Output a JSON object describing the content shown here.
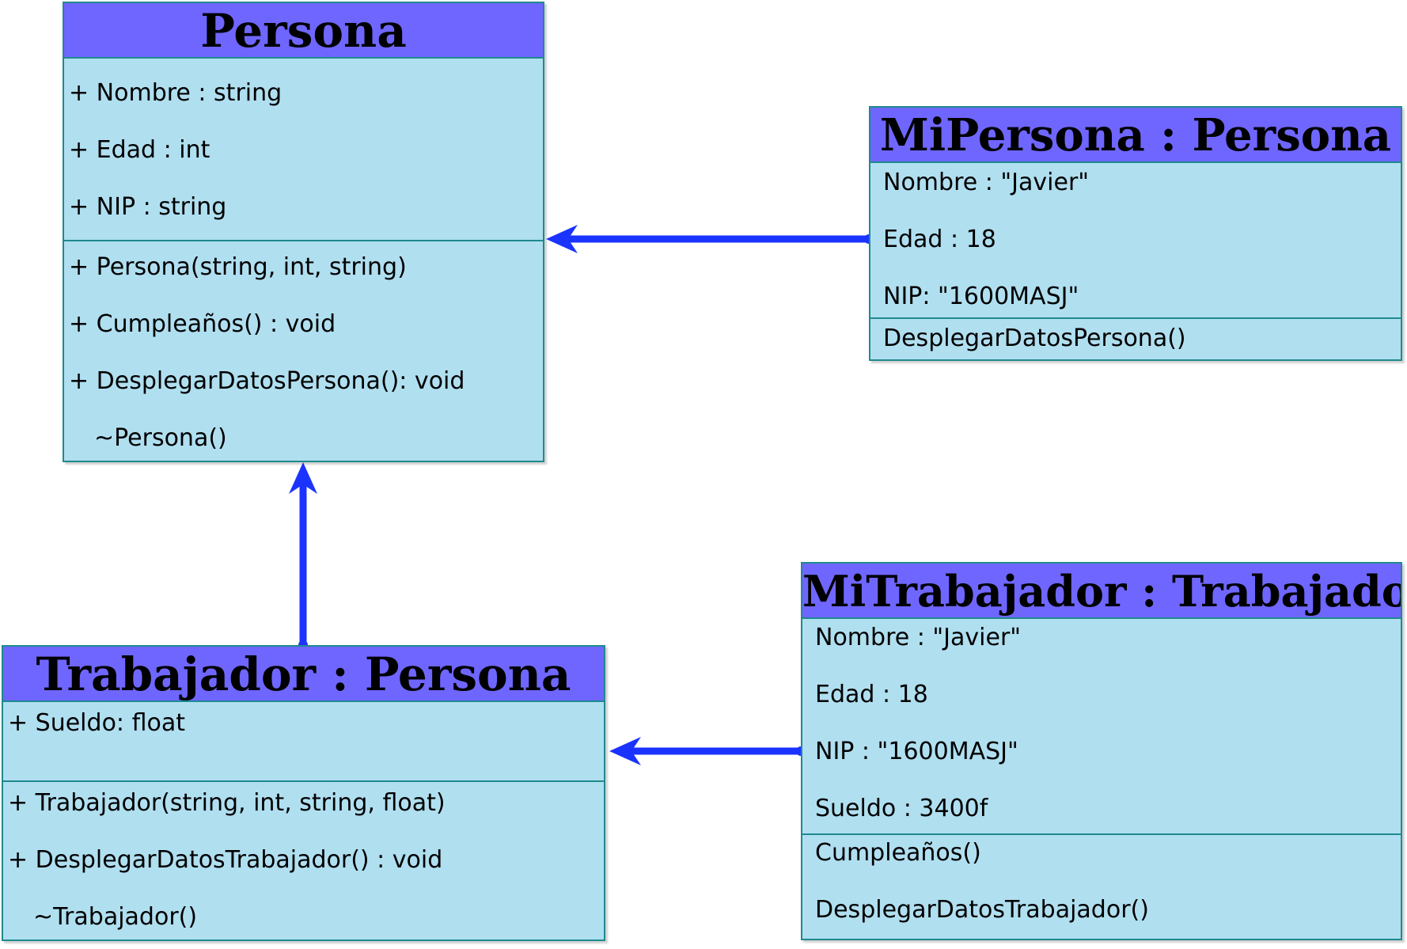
{
  "colors": {
    "header_fill": "#6f66ff",
    "body_fill": "#b0dff0",
    "border": "#1f8a8f",
    "arrow": "#1a33ff"
  },
  "persona": {
    "title": "Persona",
    "attributes": [
      "+ Nombre : string",
      "+ Edad : int",
      "+ NIP : string"
    ],
    "methods": [
      "+ Persona(string, int, string)",
      "+ Cumpleaños() : void",
      "+ DesplegarDatosPersona(): void",
      "~Persona()"
    ]
  },
  "mipersona": {
    "title": "MiPersona : Persona",
    "attributes": [
      "Nombre : \"Javier\"",
      "Edad : 18",
      "NIP: \"1600MASJ\""
    ],
    "methods": [
      "DesplegarDatosPersona()"
    ]
  },
  "trabajador": {
    "title": "Trabajador : Persona",
    "attributes": [
      "+ Sueldo: float"
    ],
    "methods": [
      "+ Trabajador(string, int, string, float)",
      "+ DesplegarDatosTrabajador() : void",
      "~Trabajador()"
    ]
  },
  "mitrabajador": {
    "title": "MiTrabajador : Trabajador",
    "attributes": [
      "Nombre : \"Javier\"",
      "Edad : 18",
      "NIP : \"1600MASJ\"",
      "Sueldo : 3400f"
    ],
    "methods": [
      "Cumpleaños()",
      "DesplegarDatosTrabajador()"
    ]
  }
}
